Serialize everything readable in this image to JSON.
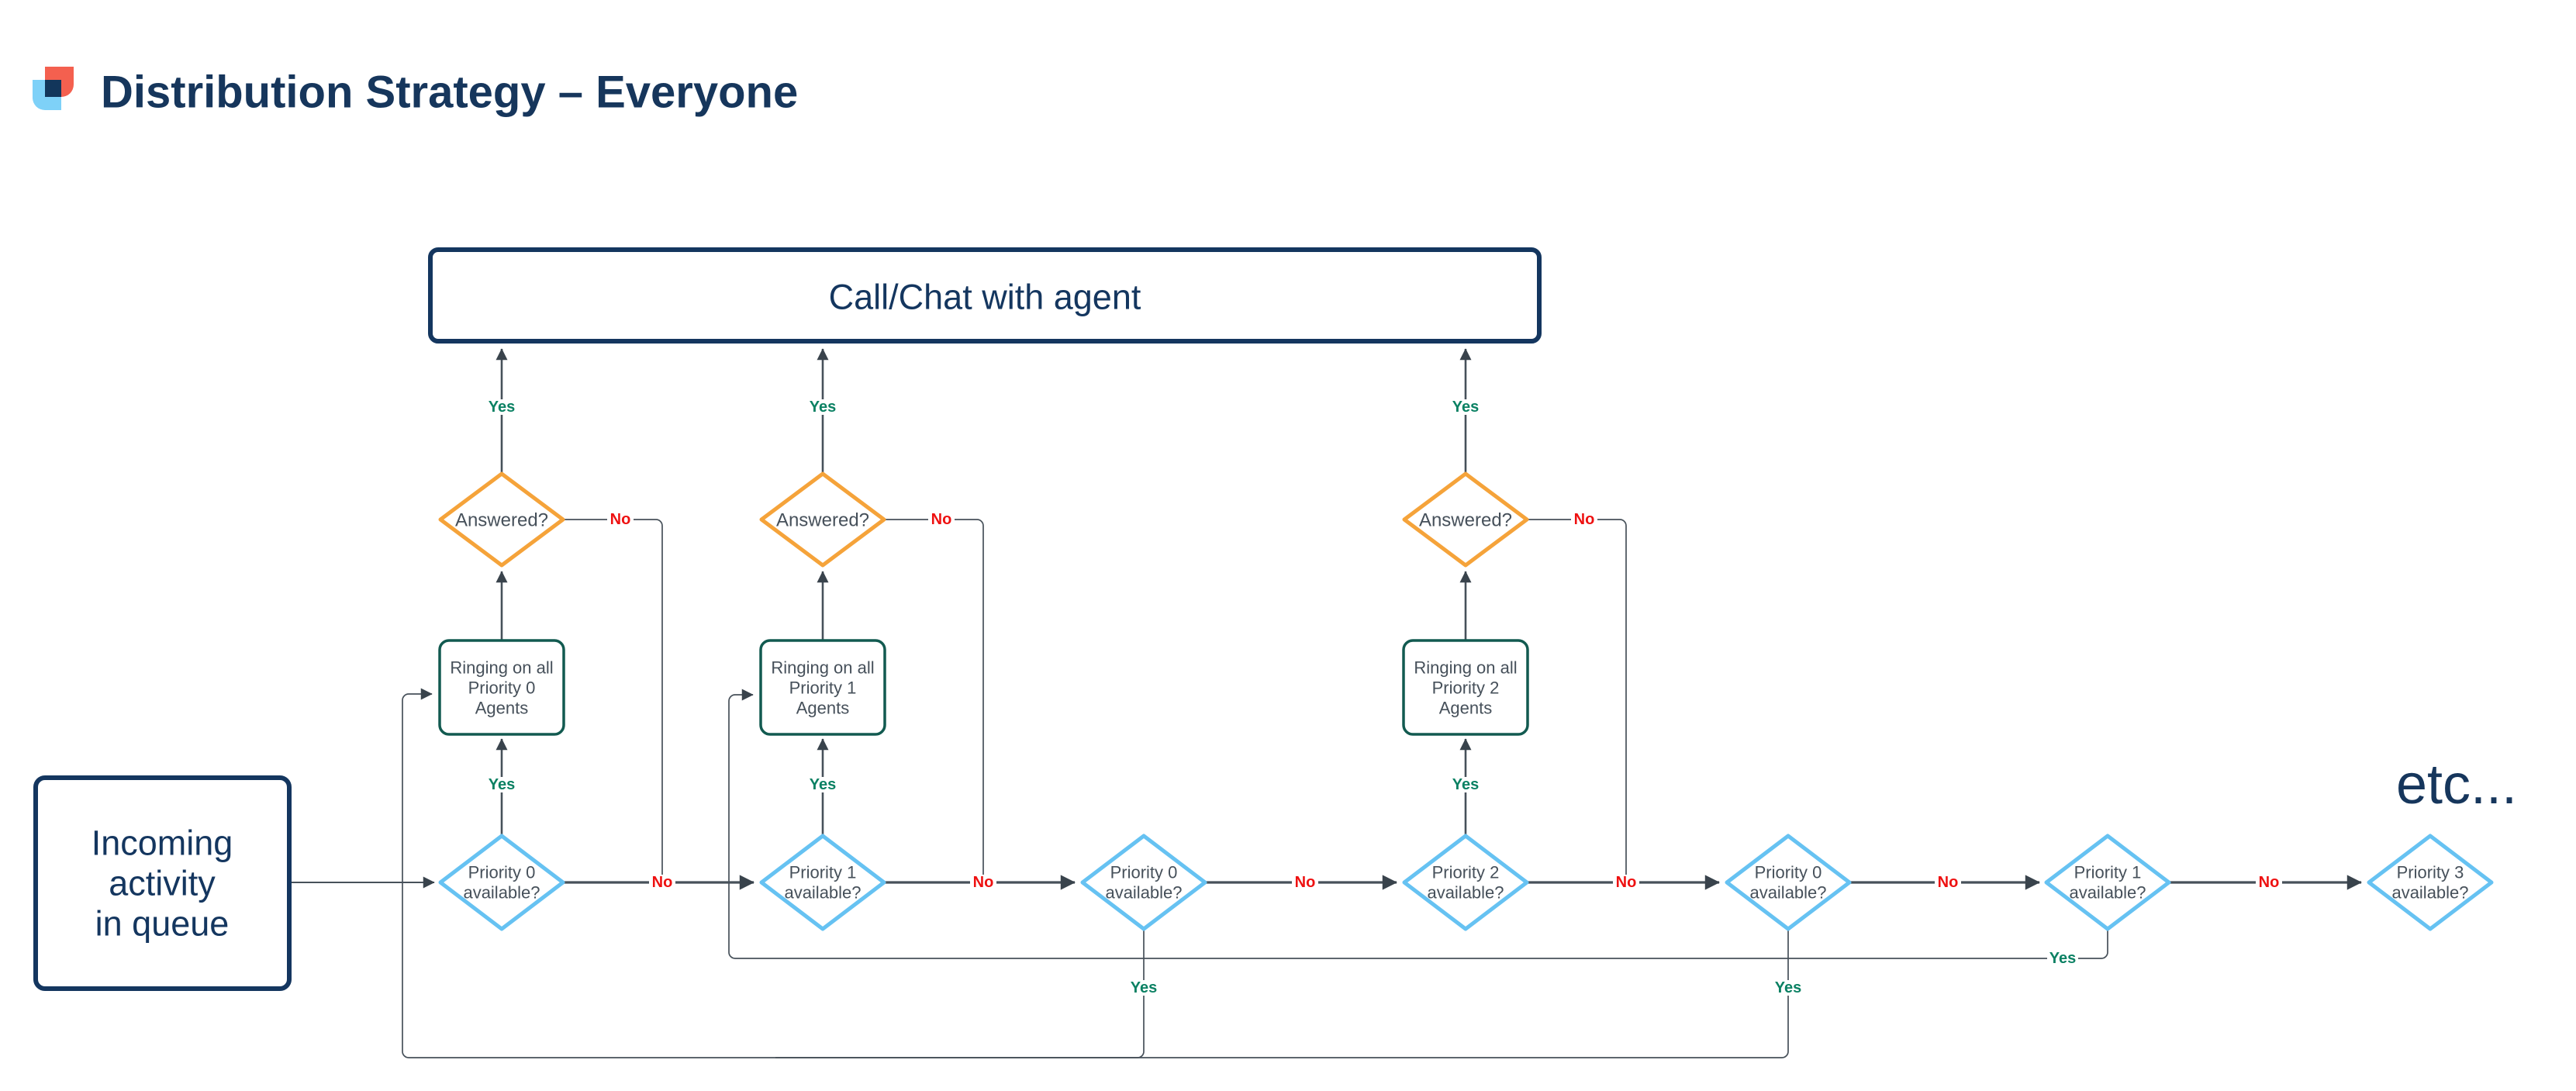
{
  "title": "Distribution Strategy – Everyone",
  "edge_labels": {
    "yes": "Yes",
    "no": "No"
  },
  "nodes": {
    "call_chat": "Call/Chat with agent",
    "incoming": [
      "Incoming",
      "activity",
      "in queue"
    ],
    "ringing_p0": [
      "Ringing on all",
      "Priority 0",
      "Agents"
    ],
    "ringing_p1": [
      "Ringing on all",
      "Priority 1",
      "Agents"
    ],
    "ringing_p2": [
      "Ringing on all",
      "Priority 2",
      "Agents"
    ],
    "answered": "Answered?",
    "priority_0": [
      "Priority 0",
      "available?"
    ],
    "priority_1": [
      "Priority 1",
      "available?"
    ],
    "priority_2": [
      "Priority 2",
      "available?"
    ],
    "priority_3": [
      "Priority 3",
      "available?"
    ],
    "etc": "etc..."
  },
  "colors": {
    "navy": "#14365f",
    "teal_border": "#125a50",
    "orange_border": "#f5a33a",
    "sky_border": "#66c2f2",
    "line": "#47515a",
    "node_text": "#46505a",
    "yes_label": "#0b8163",
    "no_label": "#ee1111",
    "logo_red": "#f4604f",
    "logo_blue": "#7ed1f8",
    "logo_navy": "#12365b"
  }
}
